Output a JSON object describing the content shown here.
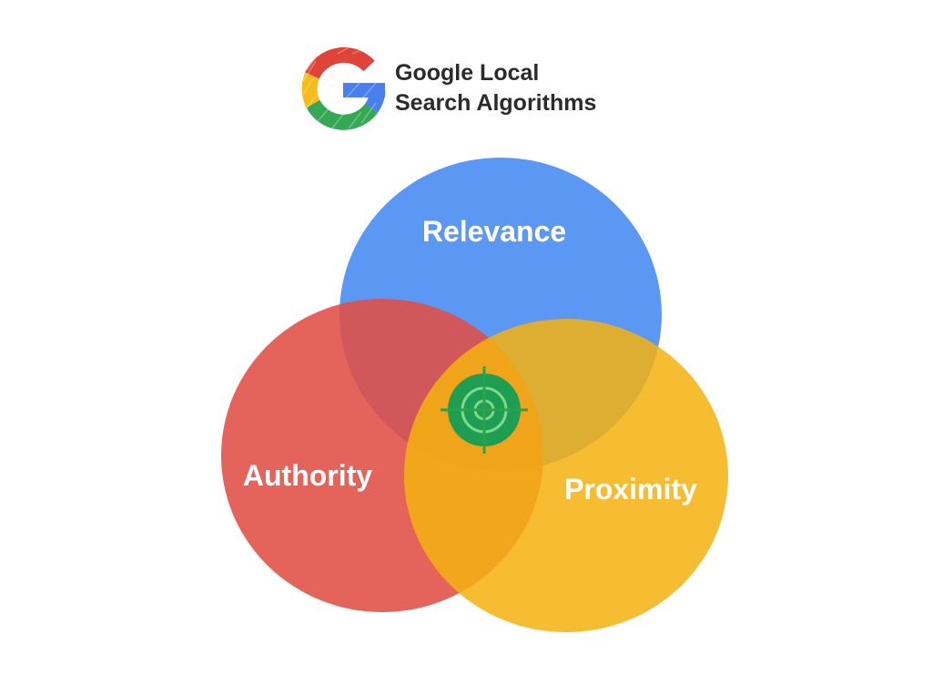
{
  "header": {
    "logo_icon": "google-g-logo-icon",
    "title_line1": "Google Local",
    "title_line2": "Search Algorithms"
  },
  "diagram": {
    "type": "venn",
    "sets": [
      {
        "label": "Relevance",
        "color": "#4d8ff2"
      },
      {
        "label": "Authority",
        "color": "#e04e45"
      },
      {
        "label": "Proximity",
        "color": "#f5b10f"
      }
    ],
    "center_icon": "target-crosshair-icon",
    "center_colors": {
      "fill": "#1e9e52",
      "stroke": "#34a853"
    }
  }
}
